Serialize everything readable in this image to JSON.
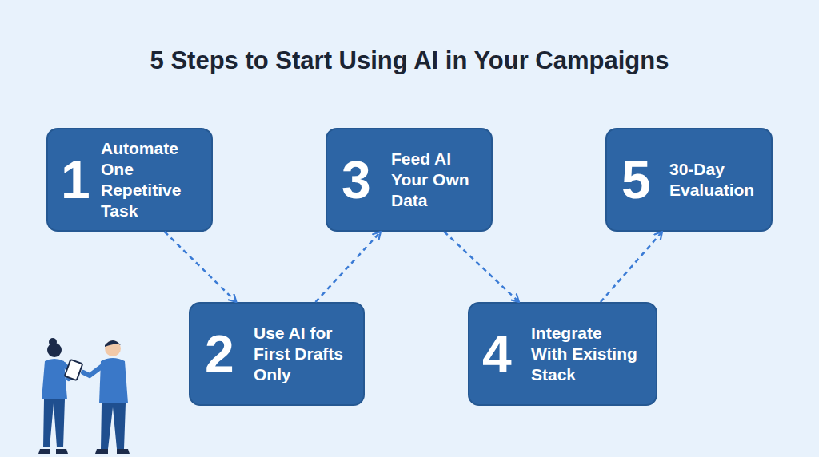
{
  "diagram": {
    "title": "5 Steps to Start Using AI in Your Campaigns",
    "nodes": [
      {
        "text": [
          "1",
          "Automate One Repetitive Task"
        ]
      },
      {
        "text": [
          "2",
          "Use AI for First Drafts Only"
        ]
      },
      {
        "text": [
          "3",
          "Feed AI Your Own Data"
        ]
      },
      {
        "text": [
          "4",
          "Integrate With Existing Stack"
        ]
      },
      {
        "text": [
          "5",
          "30-Day Evaluation"
        ]
      }
    ],
    "edges": [
      {
        "from": 0,
        "to": 1,
        "arrow": "to"
      },
      {
        "from": 1,
        "to": 2,
        "arrow": "to"
      },
      {
        "from": 2,
        "to": 3,
        "arrow": "to"
      },
      {
        "from": 3,
        "to": 4,
        "arrow": "to"
      }
    ]
  }
}
